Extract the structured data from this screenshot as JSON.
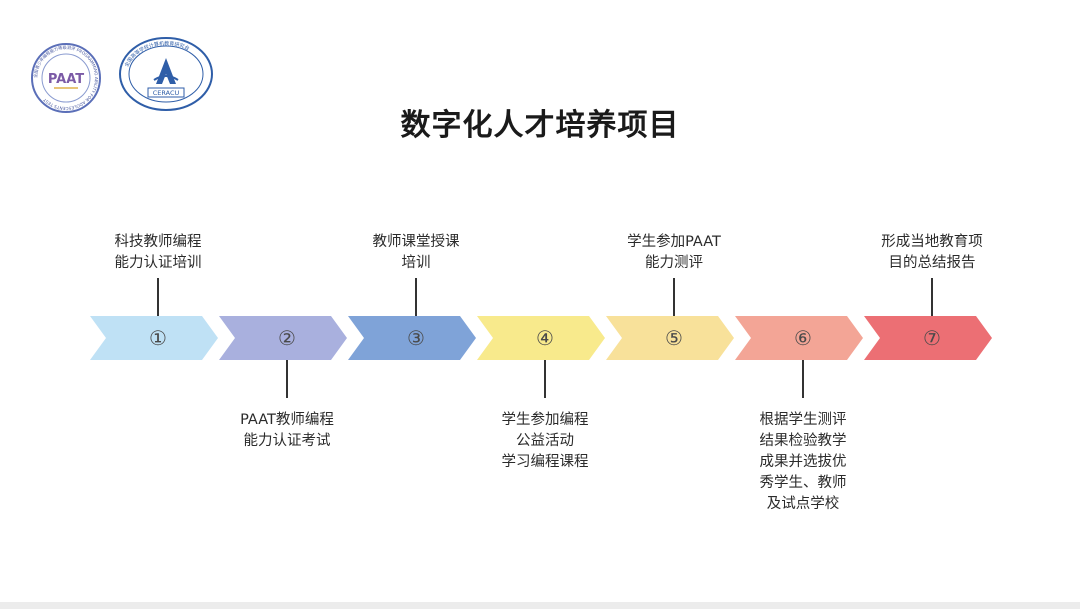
{
  "title": "数字化人才培养项目",
  "logos": [
    {
      "name": "paat-logo",
      "text": "PAAT",
      "ring_text": "全国青少年编程能力等级测评 PROGRAMMING ABILITY FOR ADOLESCENTS TEST"
    },
    {
      "name": "ceracu-logo",
      "text": "CERACU",
      "ring_text": "全国高等学校计算机教育研究会"
    }
  ],
  "steps": [
    {
      "number": "①",
      "label": "科技教师编程\n能力认证培训",
      "position": "top",
      "color": "#bfe1f5"
    },
    {
      "number": "②",
      "label": "PAAT教师编程\n能力认证考试",
      "position": "bottom",
      "color": "#a9b0de"
    },
    {
      "number": "③",
      "label": "教师课堂授课\n培训",
      "position": "top",
      "color": "#7fa3d8"
    },
    {
      "number": "④",
      "label": "学生参加编程\n公益活动\n学习编程课程",
      "position": "bottom",
      "color": "#f8ea8c"
    },
    {
      "number": "⑤",
      "label": "学生参加PAAT\n能力测评",
      "position": "top",
      "color": "#f8e19a"
    },
    {
      "number": "⑥",
      "label": "根据学生测评\n结果检验教学\n成果并选拔优\n秀学生、教师\n及试点学校",
      "position": "bottom",
      "color": "#f3a596"
    },
    {
      "number": "⑦",
      "label": "形成当地教育项\n目的总结报告",
      "position": "top",
      "color": "#ec6f74"
    }
  ]
}
